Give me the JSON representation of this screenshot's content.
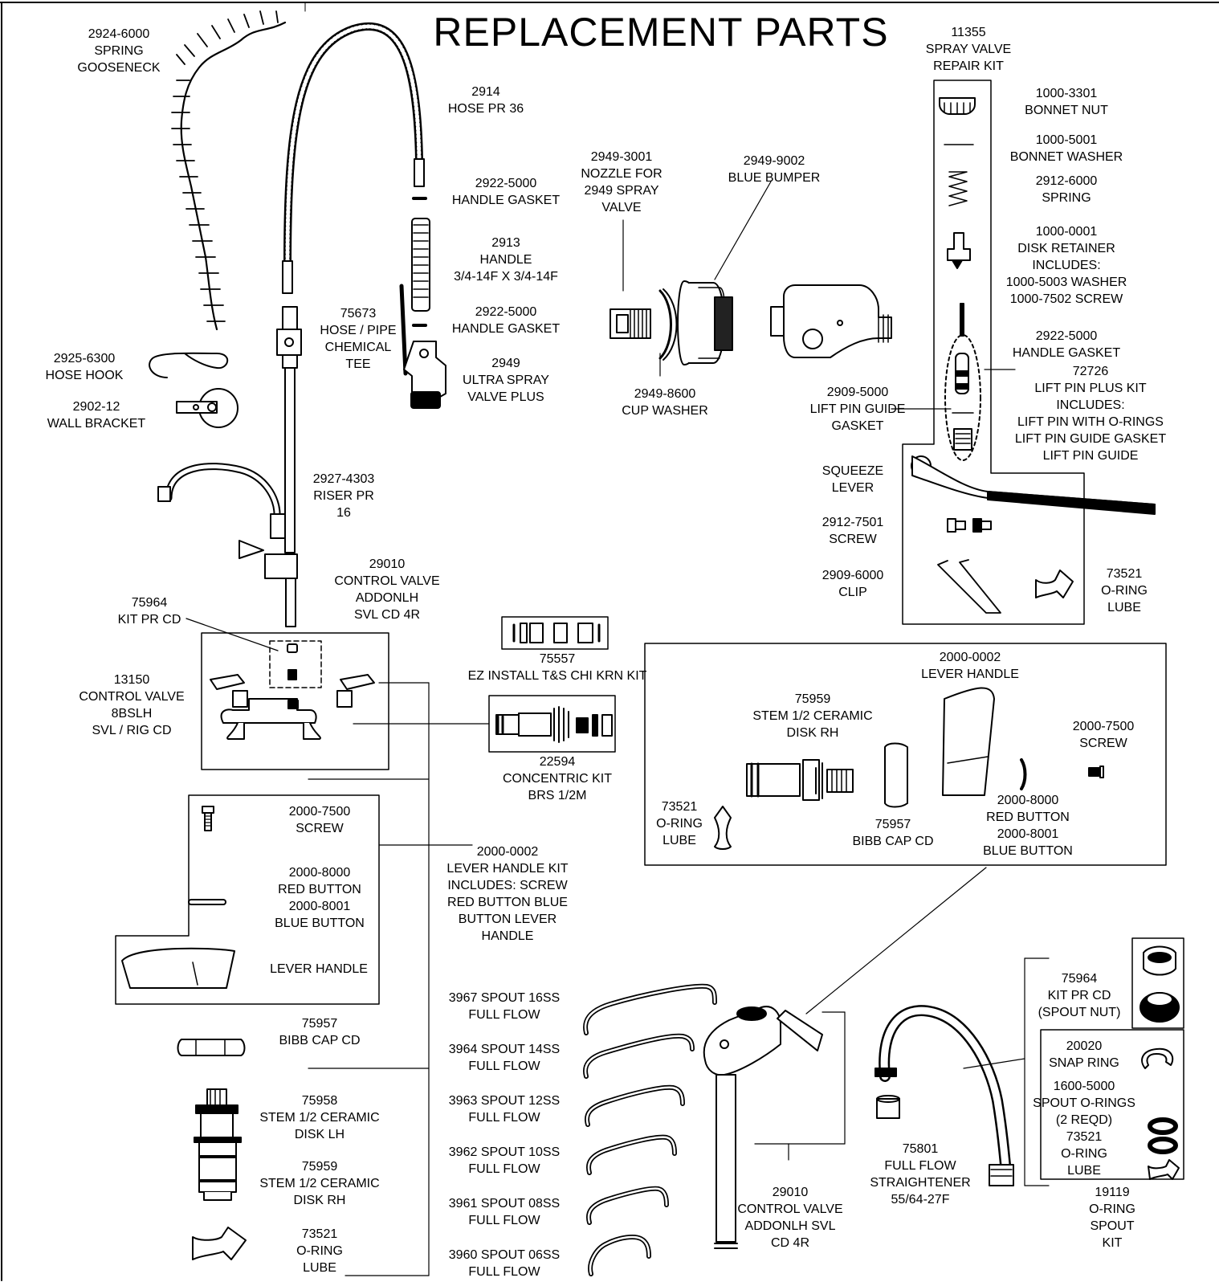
{
  "title": "REPLACEMENT PARTS",
  "labels": {
    "spring_gooseneck": [
      "2924-6000",
      "SPRING",
      "GOOSENECK"
    ],
    "hose": [
      "2914",
      "HOSE PR 36"
    ],
    "handle_gasket_top": [
      "2922-5000",
      "HANDLE GASKET"
    ],
    "handle": [
      "2913",
      "HANDLE",
      "3/4-14F X 3/4-14F"
    ],
    "handle_gasket_bottom": [
      "2922-5000",
      "HANDLE GASKET"
    ],
    "chemical_tee": [
      "75673",
      "HOSE / PIPE",
      "CHEMICAL",
      "TEE"
    ],
    "spray_valve": [
      "2949",
      "ULTRA SPRAY",
      "VALVE PLUS"
    ],
    "hose_hook": [
      "2925-6300",
      "HOSE HOOK"
    ],
    "wall_bracket": [
      "2902-12",
      "WALL BRACKET"
    ],
    "nozzle": [
      "2949-3001",
      "NOZZLE FOR",
      "2949 SPRAY",
      "VALVE"
    ],
    "blue_bumper": [
      "2949-9002",
      "BLUE BUMPER"
    ],
    "cup_washer": [
      "2949-8600",
      "CUP WASHER"
    ],
    "spray_valve_kit": [
      "11355",
      "SPRAY VALVE",
      "REPAIR KIT"
    ],
    "bonnet_nut": [
      "1000-3301",
      "BONNET NUT"
    ],
    "bonnet_washer": [
      "1000-5001",
      "BONNET WASHER"
    ],
    "spring": [
      "2912-6000",
      "SPRING"
    ],
    "disk_retainer": [
      "1000-0001",
      "DISK RETAINER",
      "INCLUDES:",
      "1000-5003 WASHER",
      "1000-7502 SCREW"
    ],
    "handle_gasket_kit": [
      "2922-5000",
      "HANDLE GASKET"
    ],
    "lift_pin_kit": [
      "72726",
      "LIFT PIN PLUS KIT",
      "INCLUDES:",
      "LIFT PIN WITH O-RINGS",
      "LIFT PIN GUIDE GASKET",
      "LIFT PIN GUIDE"
    ],
    "lift_pin_guide_gasket": [
      "2909-5000",
      "LIFT PIN GUIDE",
      "GASKET"
    ],
    "squeeze_lever": [
      "SQUEEZE",
      "LEVER"
    ],
    "screw_2912": [
      "2912-7501",
      "SCREW"
    ],
    "clip": [
      "2909-6000",
      "CLIP"
    ],
    "oring_lube_kit": [
      "73521",
      "O-RING",
      "LUBE"
    ],
    "riser": [
      "2927-4303",
      "RISER PR",
      "16"
    ],
    "control_valve_addon": [
      "29010",
      "CONTROL VALVE",
      "ADDONLH",
      "SVL CD 4R"
    ],
    "kit_pr_cd": [
      "75964",
      "KIT PR CD"
    ],
    "control_valve_13150": [
      "13150",
      "CONTROL VALVE",
      "8BSLH",
      "SVL / RIG CD"
    ],
    "ez_install": [
      "75557",
      "EZ INSTALL T&S CHI KRN KIT"
    ],
    "concentric_kit": [
      "22594",
      "CONCENTRIC KIT",
      "BRS 1/2M"
    ],
    "lever_handle_right": [
      "2000-0002",
      "LEVER HANDLE"
    ],
    "stem_rh_right": [
      "75959",
      "STEM 1/2 CERAMIC",
      "DISK RH"
    ],
    "screw_right": [
      "2000-7500",
      "SCREW"
    ],
    "oring_lube_right": [
      "73521",
      "O-RING",
      "LUBE"
    ],
    "bibb_cap_right": [
      "75957",
      "BIBB CAP CD"
    ],
    "buttons_right": [
      "2000-8000",
      "RED BUTTON",
      "2000-8001",
      "BLUE BUTTON"
    ],
    "screw_left": [
      "2000-7500",
      "SCREW"
    ],
    "buttons_left": [
      "2000-8000",
      "RED BUTTON",
      "2000-8001",
      "BLUE BUTTON"
    ],
    "lever_handle_left": [
      "LEVER HANDLE"
    ],
    "lever_handle_kit": [
      "2000-0002",
      "LEVER HANDLE KIT",
      "INCLUDES: SCREW",
      "RED BUTTON BLUE",
      "BUTTON LEVER",
      "HANDLE"
    ],
    "bibb_cap_left": [
      "75957",
      "BIBB CAP CD"
    ],
    "stem_lh": [
      "75958",
      "STEM 1/2 CERAMIC",
      "DISK LH"
    ],
    "stem_rh_left": [
      "75959",
      "STEM 1/2 CERAMIC",
      "DISK RH"
    ],
    "oring_lube_left": [
      "73521",
      "O-RING",
      "LUBE"
    ],
    "spout_16": [
      "3967 SPOUT 16SS",
      "FULL FLOW"
    ],
    "spout_14": [
      "3964 SPOUT 14SS",
      "FULL FLOW"
    ],
    "spout_12": [
      "3963 SPOUT 12SS",
      "FULL FLOW"
    ],
    "spout_10": [
      "3962 SPOUT 10SS",
      "FULL FLOW"
    ],
    "spout_08": [
      "3961 SPOUT 08SS",
      "FULL FLOW"
    ],
    "spout_06": [
      "3960 SPOUT 06SS",
      "FULL FLOW"
    ],
    "control_valve_bottom": [
      "29010",
      "CONTROL VALVE",
      "ADDONLH SVL",
      "CD 4R"
    ],
    "straightener": [
      "75801",
      "FULL FLOW",
      "STRAIGHTENER",
      "55/64-27F"
    ],
    "spout_nut": [
      "75964",
      "KIT PR CD",
      "(SPOUT NUT)"
    ],
    "snap_ring": [
      "20020",
      "SNAP RING"
    ],
    "spout_orings": [
      "1600-5000",
      "SPOUT O-RINGS",
      "(2 REQD)",
      "73521",
      "O-RING",
      "LUBE"
    ],
    "oring_spout_kit": [
      "19119",
      "O-RING",
      "SPOUT",
      "KIT"
    ]
  }
}
